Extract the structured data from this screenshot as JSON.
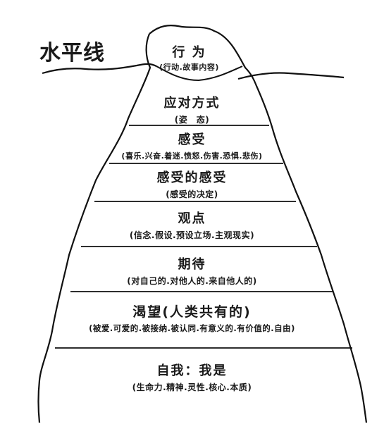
{
  "waterline_label": "水平线",
  "layers": [
    {
      "title": "行 为",
      "subtitle": "(行动.故事内容)"
    },
    {
      "title": "应对方式",
      "subtitle": "(姿　态)"
    },
    {
      "title": "感受",
      "subtitle": "(喜乐.兴奋.着迷.愤怒.伤害.恐惧.悲伤)"
    },
    {
      "title": "感受的感受",
      "subtitle": "(感受的决定)"
    },
    {
      "title": "观点",
      "subtitle": "(信念.假设.预设立场.主观现实)"
    },
    {
      "title": "期待",
      "subtitle": "(对自己的.对他人的.来自他人的)"
    },
    {
      "title": "渴望(人类共有的)",
      "subtitle": "(被爱.可爱的.被接纳.被认同.有意义的.有价值的.自由)"
    },
    {
      "title": "自我：我是",
      "subtitle": "(生命力.精神.灵性.核心.本质)"
    }
  ]
}
